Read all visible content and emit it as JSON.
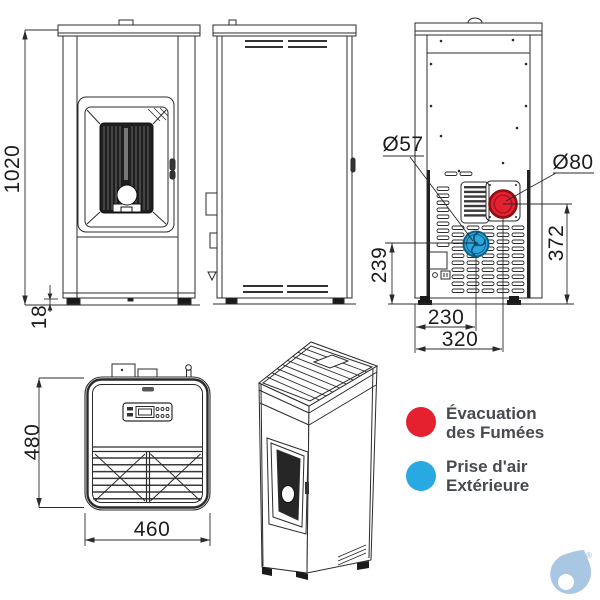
{
  "diagram": {
    "dimensions": {
      "overall_height": "1020",
      "base_height": "18",
      "air_inlet_diameter": "Ø57",
      "flue_diameter": "Ø80",
      "air_inlet_height": "239",
      "flue_height": "372",
      "air_inlet_offset": "230",
      "flue_offset": "320",
      "depth": "480",
      "width": "460"
    },
    "legend": {
      "items": [
        {
          "name": "flue-exhaust",
          "color": "#e5202f",
          "line1": "Évacuation",
          "line2": "des Fumées"
        },
        {
          "name": "outside-air-intake",
          "color": "#29a9e1",
          "line1": "Prise d'air",
          "line2": "Extérieure"
        }
      ]
    },
    "logo": {
      "registered_mark": "®",
      "color": "#a9c6e3"
    },
    "colors": {
      "line_art": "#2b2b2b",
      "flue_red": "#e5202f",
      "air_blue": "#29a9e1"
    }
  }
}
